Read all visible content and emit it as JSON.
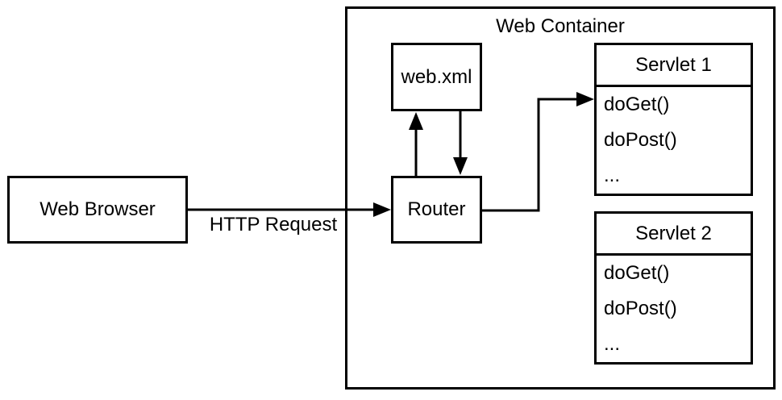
{
  "diagram": {
    "container": {
      "title": "Web Container"
    },
    "nodes": {
      "web_browser": {
        "label": "Web Browser"
      },
      "router": {
        "label": "Router"
      },
      "web_xml": {
        "label": "web.xml"
      },
      "servlet1": {
        "title": "Servlet 1",
        "methods": [
          "doGet()",
          "doPost()",
          "..."
        ]
      },
      "servlet2": {
        "title": "Servlet 2",
        "methods": [
          "doGet()",
          "doPost()",
          "..."
        ]
      }
    },
    "edges": {
      "http_request": {
        "label": "HTTP Request"
      }
    },
    "colors": {
      "stroke": "#000000",
      "background": "#ffffff"
    }
  }
}
